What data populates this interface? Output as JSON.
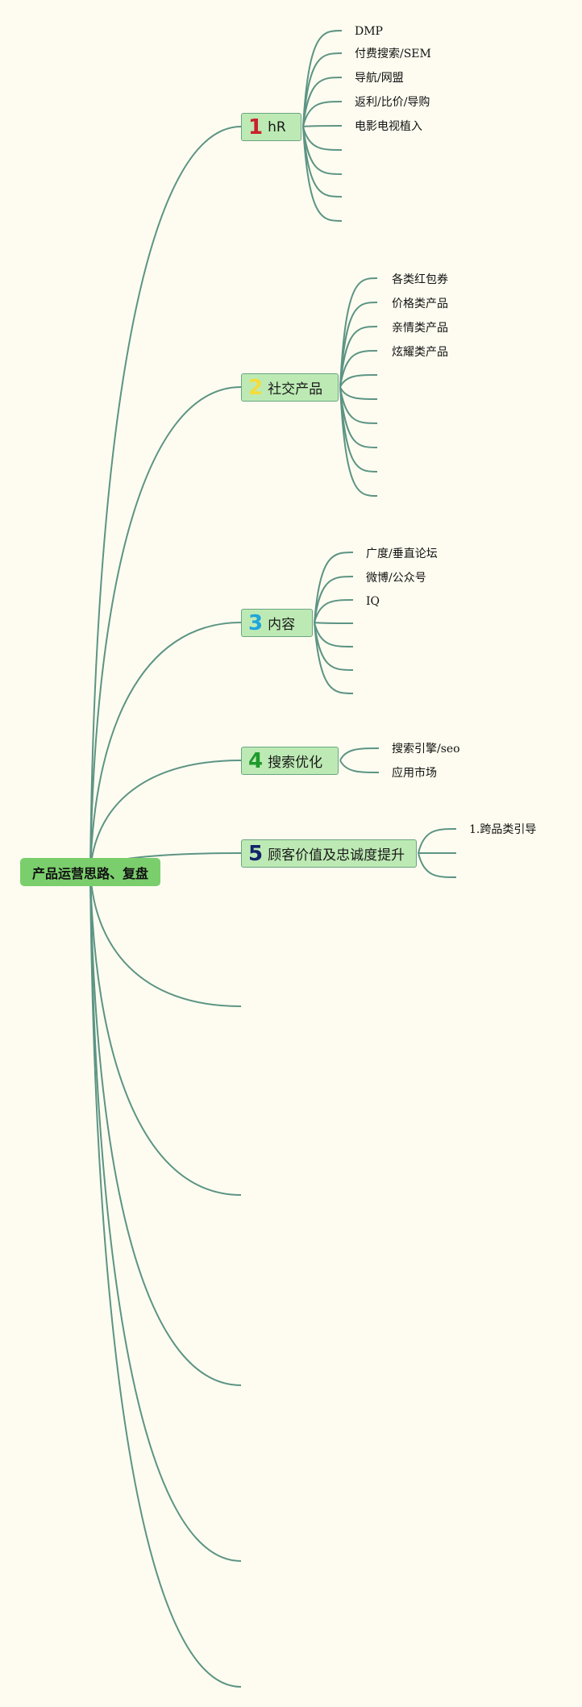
{
  "root": {
    "label": "产品运营思路、复盘"
  },
  "branches": [
    {
      "num": "1",
      "label": "hR",
      "num_color": "#c8232c",
      "leaves": [
        "DMP",
        "付费搜索/SEM",
        "导航/网盟",
        "返利/比价/导购",
        "电影电视植入"
      ]
    },
    {
      "num": "2",
      "label": "社交产品",
      "num_color": "#f4dc3a",
      "leaves": [
        "各类红包券",
        "价格类产品",
        "亲情类产品",
        "炫耀类产品"
      ]
    },
    {
      "num": "3",
      "label": "内容",
      "num_color": "#1ea5dc",
      "leaves": [
        "广度/垂直论坛",
        "微博/公众号",
        "IQ"
      ]
    },
    {
      "num": "4",
      "label": "搜索优化",
      "num_color": "#1f9a2a",
      "leaves": [
        "搜索引擎/seo",
        "应用市场"
      ]
    },
    {
      "num": "5",
      "label": "顾客价值及忠诚度提升",
      "num_color": "#13246a",
      "leaves": [
        "1.跨品类引导"
      ]
    }
  ],
  "colors": {
    "background": "#fefcf0",
    "connector": "#5c9484",
    "branch_fill": "#bdeab4",
    "root_fill": "#7bce6c"
  }
}
